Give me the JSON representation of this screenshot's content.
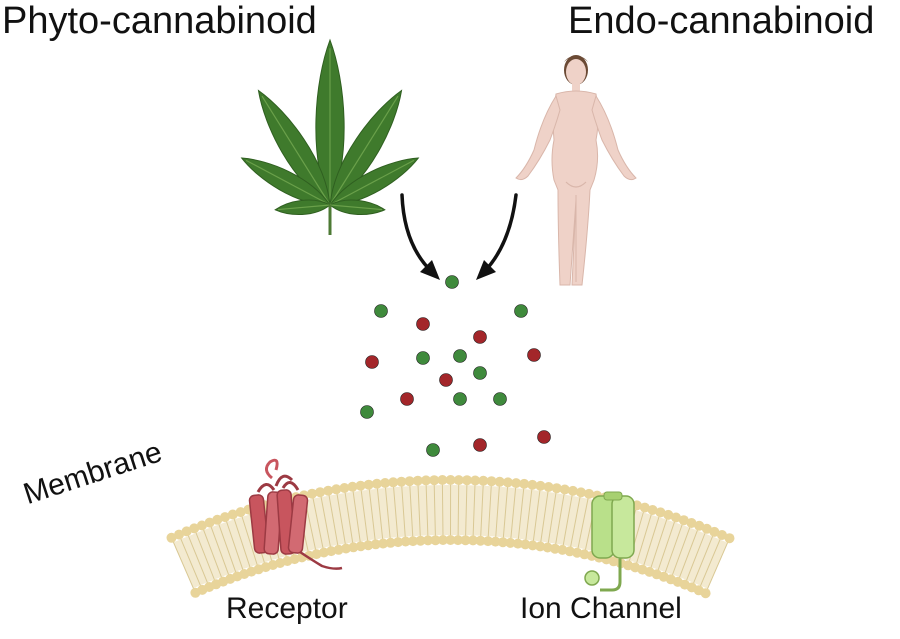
{
  "labels": {
    "phyto": "Phyto-cannabinoid",
    "endo": "Endo-cannabinoid",
    "membrane": "Membrane",
    "receptor": "Receptor",
    "ion_channel": "Ion Channel"
  },
  "colors": {
    "leaf": "#3f7a2c",
    "leaf_vein": "#6aa04a",
    "skin": "#efd2c8",
    "hair": "#6b4a35",
    "green_molecule": "#3f8a3c",
    "red_molecule": "#a3262a",
    "membrane_head": "#e8d49a",
    "membrane_tail": "#d9c894",
    "receptor": "#c8555e",
    "ion_channel": "#b9e08a",
    "arrow": "#111111"
  },
  "icons": {
    "plant": "cannabis-leaf-icon",
    "human": "human-body-icon",
    "receptor": "gpcr-receptor-icon",
    "channel": "ion-channel-icon"
  }
}
